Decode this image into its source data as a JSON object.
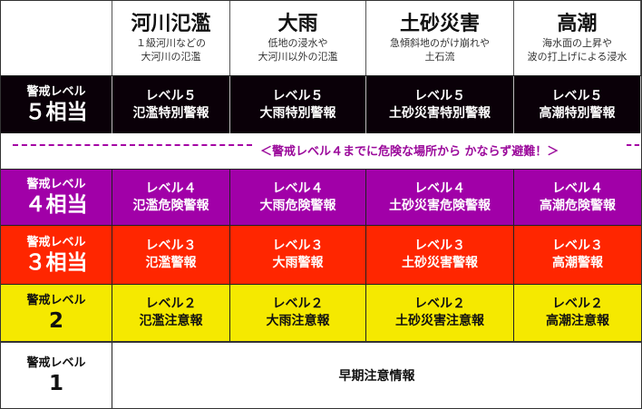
{
  "colors": {
    "level5": "#0a0008",
    "level4": "#a100a8",
    "level3": "#ff2600",
    "level2": "#f5e900",
    "level1": "#ffffff",
    "banner_text": "#9b0a9b"
  },
  "header": {
    "corner": "",
    "hazards": [
      {
        "title": "河川氾濫",
        "desc1": "１級河川などの",
        "desc2": "大河川の氾濫"
      },
      {
        "title": "大雨",
        "desc1": "低地の浸水や",
        "desc2": "大河川以外の氾濫"
      },
      {
        "title": "土砂災害",
        "desc1": "急傾斜地のがけ崩れや",
        "desc2": "土石流"
      },
      {
        "title": "高潮",
        "desc1": "海水面の上昇や",
        "desc2": "波の打上げによる浸水"
      }
    ]
  },
  "levels": {
    "l5": {
      "label_small": "警戒レベル",
      "label_big": "５相当",
      "cells": [
        {
          "top": "レベル５",
          "bottom": "氾濫特別警報"
        },
        {
          "top": "レベル５",
          "bottom": "大雨特別警報"
        },
        {
          "top": "レベル５",
          "bottom": "土砂災害特別警報"
        },
        {
          "top": "レベル５",
          "bottom": "高潮特別警報"
        }
      ]
    },
    "banner": "＜警戒レベル４までに危険な場所から かならず避難！＞",
    "l4": {
      "label_small": "警戒レベル",
      "label_big": "４相当",
      "cells": [
        {
          "top": "レベル４",
          "bottom": "氾濫危険警報"
        },
        {
          "top": "レベル４",
          "bottom": "大雨危険警報"
        },
        {
          "top": "レベル４",
          "bottom": "土砂災害危険警報"
        },
        {
          "top": "レベル４",
          "bottom": "高潮危険警報"
        }
      ]
    },
    "l3": {
      "label_small": "警戒レベル",
      "label_big": "３相当",
      "cells": [
        {
          "top": "レベル３",
          "bottom": "氾濫警報"
        },
        {
          "top": "レベル３",
          "bottom": "大雨警報"
        },
        {
          "top": "レベル３",
          "bottom": "土砂災害警報"
        },
        {
          "top": "レベル３",
          "bottom": "高潮警報"
        }
      ]
    },
    "l2": {
      "label_small": "警戒レベル",
      "label_big": "2",
      "cells": [
        {
          "top": "レベル２",
          "bottom": "氾濫注意報"
        },
        {
          "top": "レベル２",
          "bottom": "大雨注意報"
        },
        {
          "top": "レベル２",
          "bottom": "土砂災害注意報"
        },
        {
          "top": "レベル２",
          "bottom": "高潮注意報"
        }
      ]
    },
    "l1": {
      "label_small": "警戒レベル",
      "label_big": "1",
      "span": "早期注意情報"
    }
  }
}
